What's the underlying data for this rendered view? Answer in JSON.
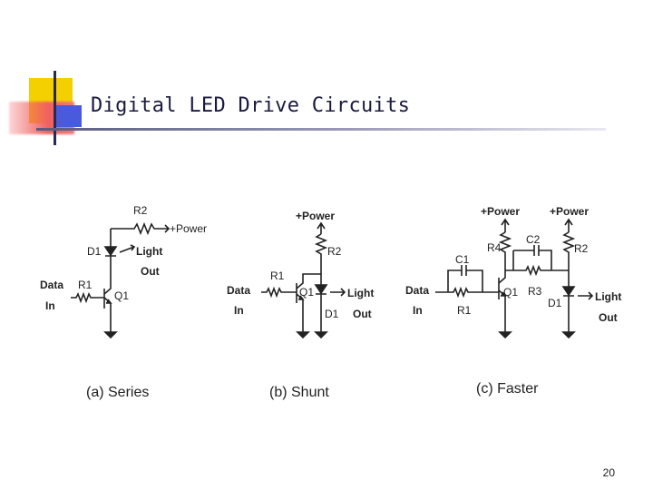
{
  "slide": {
    "title": "Digital LED Drive Circuits",
    "page_number": "20",
    "accent_colors": {
      "yellow": "#f5d000",
      "red": "#f06060",
      "blue": "#4a5adc"
    }
  },
  "figure": {
    "series": {
      "caption": "(a) Series",
      "r2": "R2",
      "power": "+Power",
      "d1": "D1",
      "light": "Light",
      "out": "Out",
      "data": "Data",
      "in": "In",
      "r1": "R1",
      "q1": "Q1"
    },
    "shunt": {
      "caption": "(b) Shunt",
      "power": "+Power",
      "r2": "R2",
      "r1": "R1",
      "data": "Data",
      "in": "In",
      "q1": "Q1",
      "d1": "D1",
      "light": "Light",
      "out": "Out"
    },
    "faster": {
      "caption": "(c) Faster",
      "power1": "+Power",
      "power2": "+Power",
      "c1": "C1",
      "r4": "R4",
      "c2": "C2",
      "r2": "R2",
      "data": "Data",
      "in": "In",
      "r1": "R1",
      "q1": "Q1",
      "r3": "R3",
      "d1": "D1",
      "light": "Light",
      "out": "Out"
    }
  }
}
